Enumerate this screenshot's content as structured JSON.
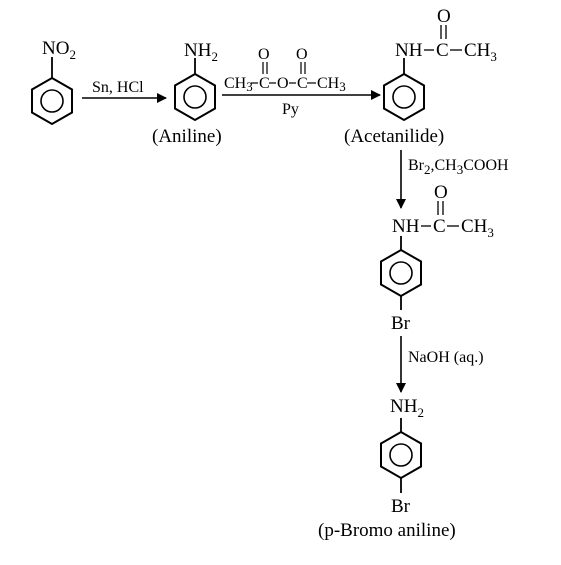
{
  "diagram": {
    "compounds": {
      "nitrobenzene": {
        "substituent_main": "NO",
        "substituent_sub": "2"
      },
      "aniline": {
        "substituent_main": "NH",
        "substituent_sub": "2",
        "caption": "(Aniline)"
      },
      "acetanilide": {
        "substituent_prefix": "NH",
        "carbonyl_o": "O",
        "carbonyl_c": "C",
        "methyl_main": "CH",
        "methyl_sub": "3",
        "caption": "(Acetanilide)"
      },
      "p_bromoacetanilide": {
        "substituent_prefix": "NH",
        "carbonyl_o": "O",
        "carbonyl_c": "C",
        "methyl_main": "CH",
        "methyl_sub": "3",
        "para_substituent": "Br"
      },
      "p_bromoaniline": {
        "substituent_main": "NH",
        "substituent_sub": "2",
        "para_substituent": "Br",
        "caption": "(p-Bromo aniline)"
      }
    },
    "reagents": {
      "step1": {
        "label": "Sn, HCl"
      },
      "step2": {
        "anhydride_o": "O",
        "ch3_main": "CH",
        "ch3_sub": "3",
        "c": "C",
        "bridge_o": "O",
        "below": "Py"
      },
      "step3": {
        "br_main": "Br",
        "br_sub": "2",
        "rest_main": ",CH",
        "rest_sub": "3",
        "rest_tail": "COOH"
      },
      "step4": {
        "label": "NaOH (aq.)"
      }
    }
  }
}
